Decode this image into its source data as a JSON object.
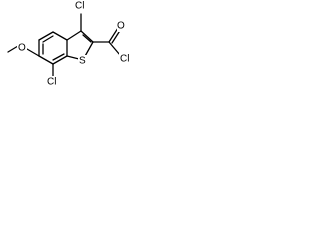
{
  "diagram": {
    "atoms": {
      "chlorine_top": "Cl",
      "chlorine_bottom": "Cl",
      "chlorine_acyl": "Cl",
      "sulfur": "S",
      "oxygen_carbonyl": "O",
      "oxygen_methoxy": "O"
    }
  }
}
